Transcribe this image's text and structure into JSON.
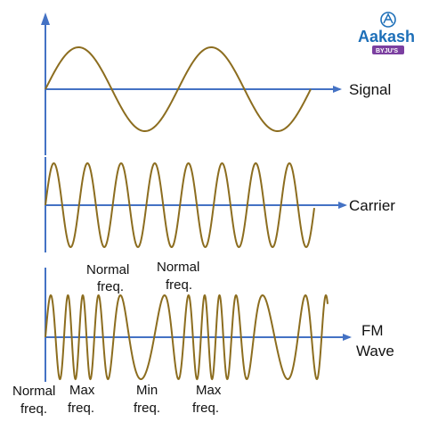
{
  "logo": {
    "brand": "Aakash",
    "sub": "BYJU'S"
  },
  "panels": [
    {
      "id": "signal",
      "label": "Signal"
    },
    {
      "id": "carrier",
      "label": "Carrier"
    },
    {
      "id": "fm",
      "label_line1": "FM",
      "label_line2": "Wave"
    }
  ],
  "annotations": {
    "upper": [
      {
        "line1": "Normal",
        "line2": "freq."
      },
      {
        "line1": "Normal",
        "line2": "freq."
      }
    ],
    "lower": [
      {
        "line1": "Normal",
        "line2": "freq."
      },
      {
        "line1": "Max",
        "line2": "freq."
      },
      {
        "line1": "Min",
        "line2": "freq."
      },
      {
        "line1": "Max",
        "line2": "freq."
      }
    ]
  },
  "colors": {
    "axis": "#4472c4",
    "wave": "#8c6d1f",
    "brand": "#1d6fb8",
    "byjus_badge": "#7b3fa0"
  }
}
